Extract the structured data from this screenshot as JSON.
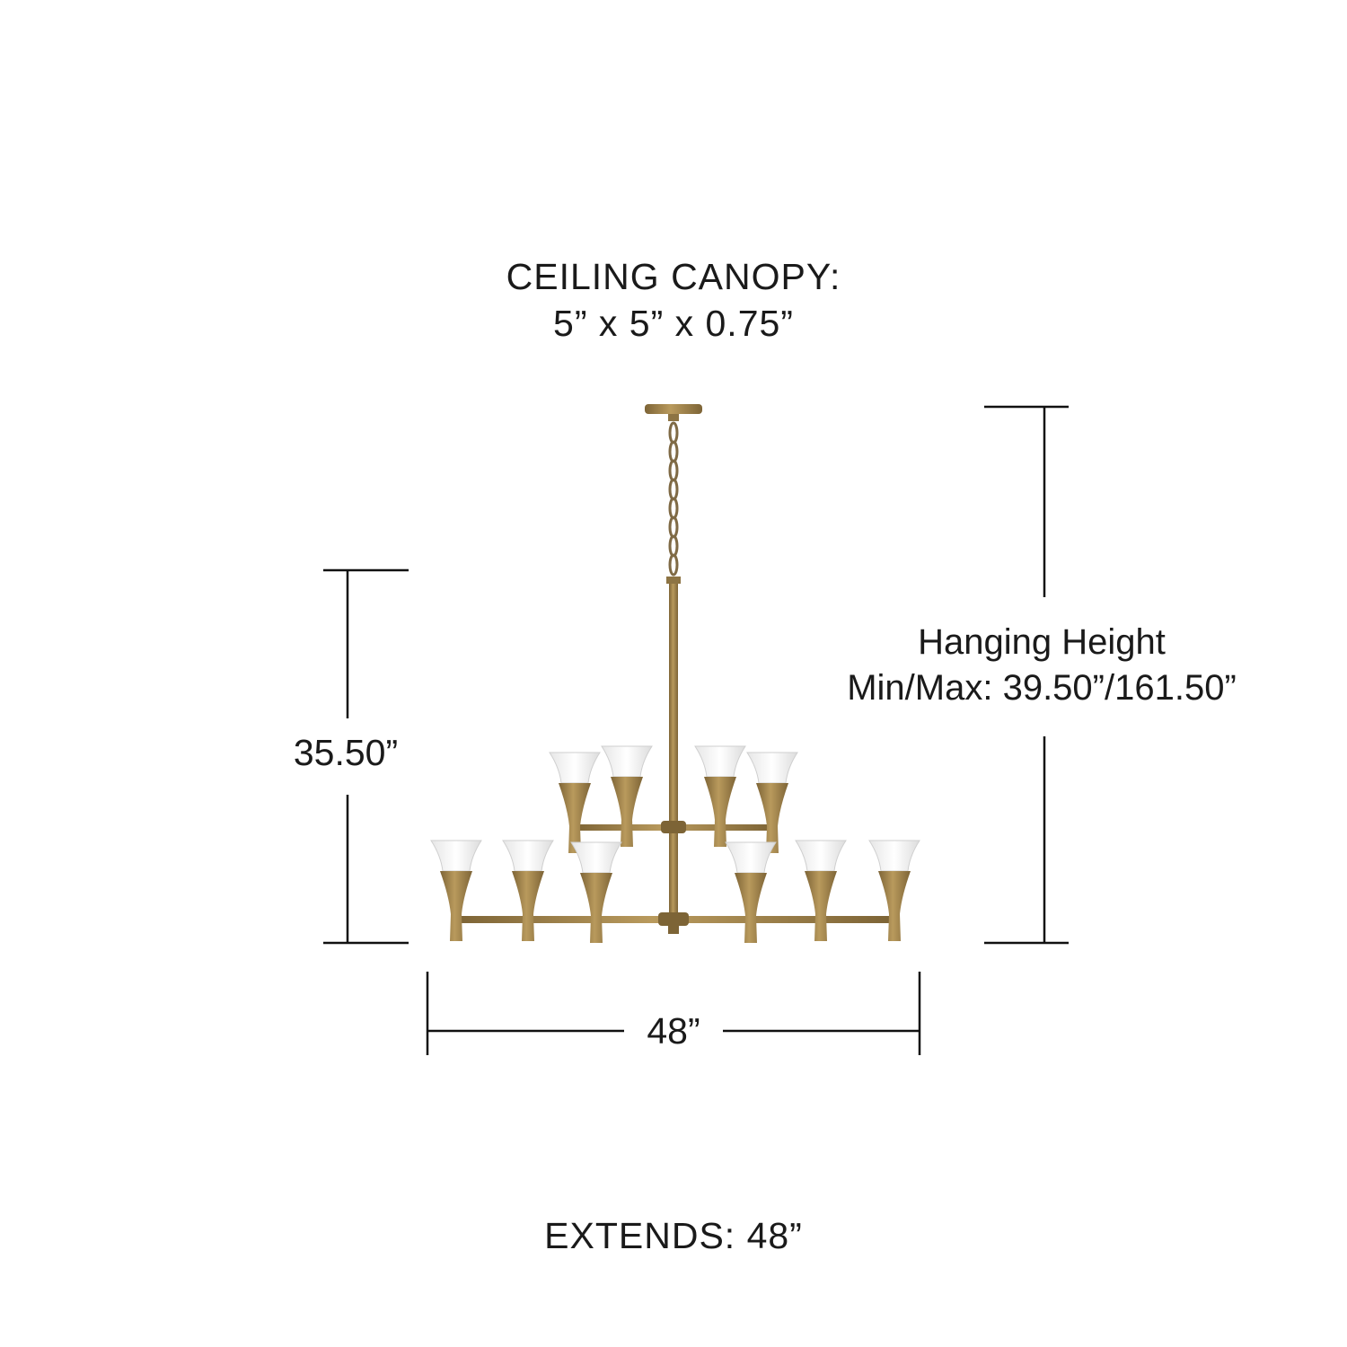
{
  "canopy": {
    "label": "CEILING CANOPY:",
    "dims": "5” x 5” x 0.75”"
  },
  "hanging_height": {
    "line1": "Hanging Height",
    "line2": "Min/Max: 39.50”/161.50”"
  },
  "fixture_height": "35.50”",
  "fixture_width": "48”",
  "extends": "EXTENDS: 48”",
  "colors": {
    "dimension_line": "#111111",
    "brass": "#a8894f",
    "brass_dark": "#7d6436",
    "glass": "#f7f7f7"
  }
}
